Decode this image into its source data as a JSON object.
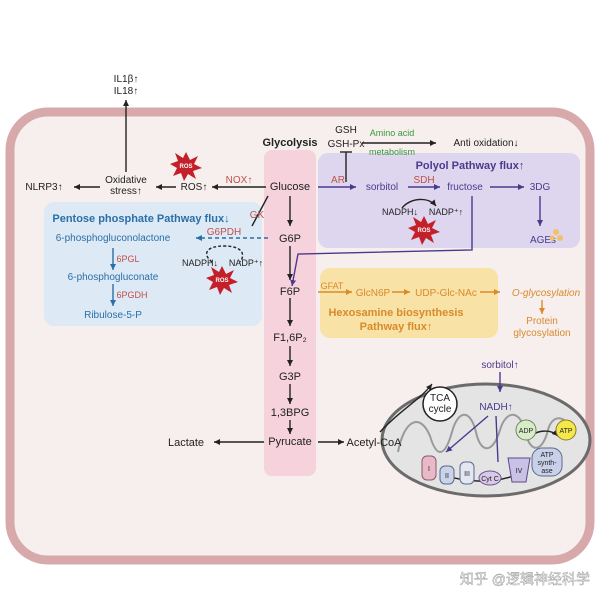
{
  "cytokines": {
    "il1b": "IL1β↑",
    "il18": "IL18↑"
  },
  "inflammation": {
    "nlrp3": "NLRP3↑",
    "oxidative_stress_1": "Oxidative",
    "oxidative_stress_2": "stress↑",
    "ros": "ROS↑",
    "nox": "NOX↑"
  },
  "badges": {
    "ros": "ROS"
  },
  "glycolysis": {
    "title": "Glycolysis",
    "glucose": "Glucose",
    "g6p": "G6P",
    "f6p": "F6P",
    "f16p": "F1,6P₂",
    "g3p": "G3P",
    "bpg": "1,3BPG",
    "pyrucate": "Pyrucate",
    "lactate": "Lactate",
    "acetyl_coa": "Acetyl-CoA",
    "gk": "GK"
  },
  "antioxidant": {
    "gsh": "GSH",
    "gsh_px": "GSH-Px",
    "amino_acid": "Amino acid",
    "metabolism": "metabolism",
    "anti_oxidation": "Anti oxidation↓"
  },
  "polyol": {
    "title": "Polyol Pathway flux↑",
    "ar": "AR",
    "sorbitol": "sorbitol",
    "sdh": "SDH",
    "fructose": "fructose",
    "three_dg": "3DG",
    "ages": "AGEs",
    "nadph": "NADPH↓",
    "nadp": "NADP⁺↑"
  },
  "pentose": {
    "title": "Pentose phosphate Pathway flux↓",
    "lactone": "6-phosphogluconolactone",
    "g6pdh": "G6PDH",
    "nadph": "NADPH↓",
    "nadp": "NADP⁺↑",
    "pgl": "6PGL",
    "gluconate": "6-phosphogluconate",
    "pgdh": "6PGDH",
    "ribulose": "Ribulose-5-P"
  },
  "hexosamine": {
    "gfat": "GFAT",
    "glcn6p": "GlcN6P",
    "udp": "UDP-Glc-NAc",
    "oglyco": "O-glycosylation",
    "protein_1": "Protein",
    "protein_2": "glycosylation",
    "title_1": "Hexosamine biosynthesis",
    "title_2": "Pathway flux↑"
  },
  "mito": {
    "sorbitol": "sorbitol↑",
    "nadh": "NADH↑",
    "tca_1": "TCA",
    "tca_2": "cycle",
    "c1": "I",
    "c2": "II",
    "c3": "III",
    "cytc": "Cyt C",
    "c4": "IV",
    "adp": "ADP",
    "atp": "ATP",
    "atps_1": "ATP",
    "atps_2": "synth-",
    "atps_3": "ase"
  },
  "watermark": "知乎 @逻辑神经科学",
  "colors": {
    "cell_border": "#d7a9ab",
    "cell_fill": "#f6efed",
    "glycolysis_band": "#f6d2dc",
    "polyol_box": "#ddd6ee",
    "pentose_box": "#dde9f4",
    "hexosamine_box": "#f8e2a6",
    "enzyme_red": "#c0504d",
    "pentose_blue": "#2a6fa8",
    "purple": "#4b3a8c",
    "orange": "#d98a2b",
    "green": "#3a9a3a",
    "ros_red": "#c3202a"
  }
}
